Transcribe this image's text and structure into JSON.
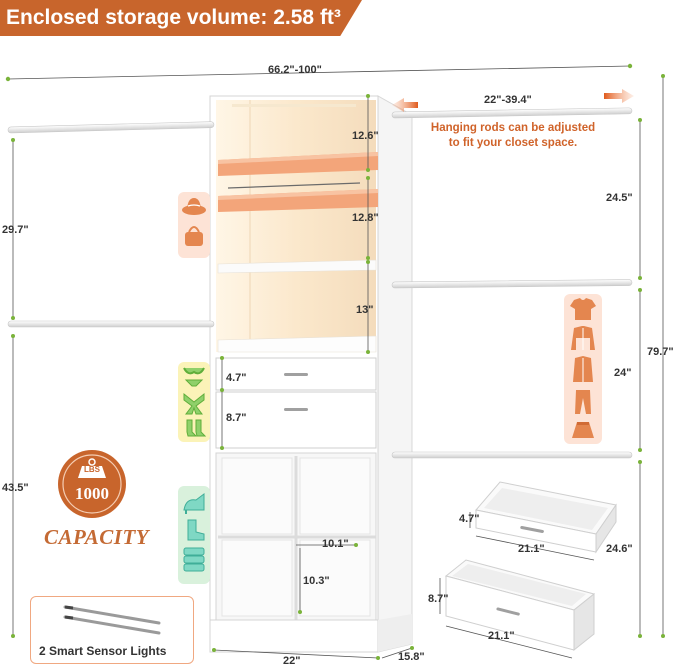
{
  "banner": {
    "title": "Enclosed storage volume: 2.58 ft³"
  },
  "dimensions": {
    "overall_width": "66.2\"-100\"",
    "rod_range": "22\"-39.4\"",
    "shelf_gap_1": "12.6\"",
    "shelf_gap_2": "12.8\"",
    "shelf_gap_3": "13\"",
    "drawer_small": "4.7\"",
    "drawer_large": "8.7\"",
    "left_upper": "29.7\"",
    "left_lower": "43.5\"",
    "right_top": "24.5\"",
    "right_mid": "24\"",
    "right_bottom": "24.6\"",
    "total_height": "79.7\"",
    "cube_width": "10.1\"",
    "cube_height": "10.3\"",
    "base_width": "22\"",
    "depth": "15.8\"",
    "loose_drawer_small_h": "4.7\"",
    "loose_drawer_small_w": "21.1\"",
    "loose_drawer_large_h": "8.7\"",
    "loose_drawer_large_w": "21.1\""
  },
  "note": {
    "line1": "Hanging rods can be adjusted",
    "line2": "to fit your closet space."
  },
  "capacity": {
    "lbs_label": "LBS",
    "lbs_value": "1000",
    "label": "CAPACITY"
  },
  "lights": {
    "label": "2 Smart Sensor Lights"
  },
  "icons": {
    "hat_bag": [
      "hat-icon",
      "handbag-icon"
    ],
    "undergarments": [
      "bikini-icon",
      "scarf-icon",
      "socks-icon"
    ],
    "shoes": [
      "heel-icon",
      "boot-icon",
      "folded-clothes-icon"
    ],
    "clothes": [
      "tshirt-icon",
      "jacket-icon",
      "coat-icon",
      "pants-icon",
      "skirt-icon"
    ]
  },
  "colors": {
    "accent": "#c8652c",
    "orange_light": "#f3a57a",
    "shelf_glow": "#fbe7cc",
    "green_card": "#d9f1dc",
    "yellow_card": "#fbf3b8",
    "pink_card": "#fde3d6"
  }
}
